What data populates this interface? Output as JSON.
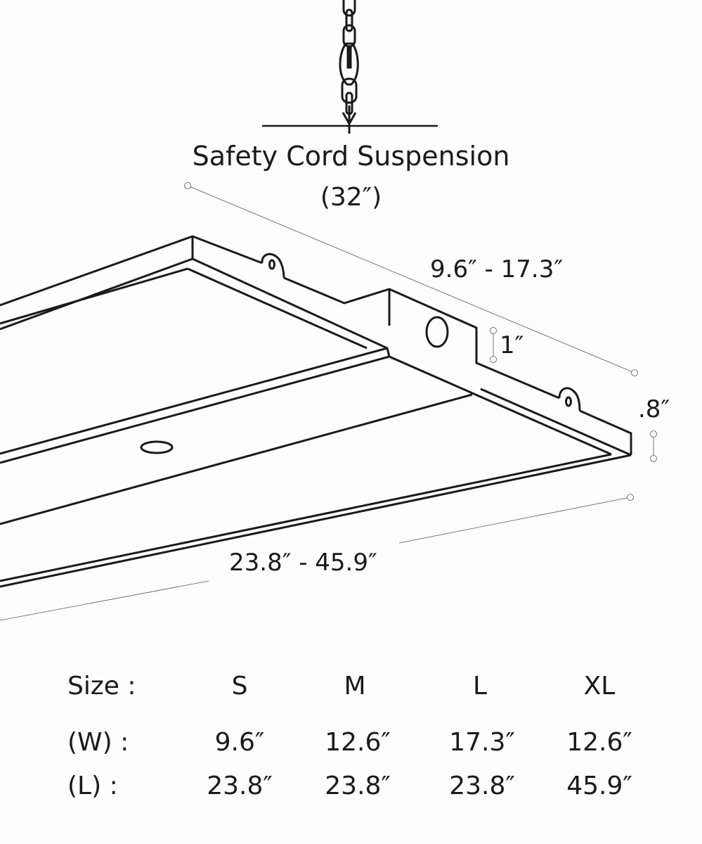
{
  "title": "Safety Cord Suspension",
  "cord_length": "(32″)",
  "dimensions": {
    "width_range": "9.6″ - 17.3″",
    "length_range": "23.8″ - 45.9″",
    "channel_height": "1″",
    "frame_height": ".8″"
  },
  "size_table": {
    "row_labels": [
      "Size :",
      "(W) :",
      "(L) :"
    ],
    "columns": [
      {
        "size": "S",
        "w": "9.6″",
        "l": "23.8″"
      },
      {
        "size": "M",
        "w": "12.6″",
        "l": "23.8″"
      },
      {
        "size": "L",
        "w": "17.3″",
        "l": "23.8″"
      },
      {
        "size": "XL",
        "w": "12.6″",
        "l": "45.9″"
      }
    ]
  }
}
